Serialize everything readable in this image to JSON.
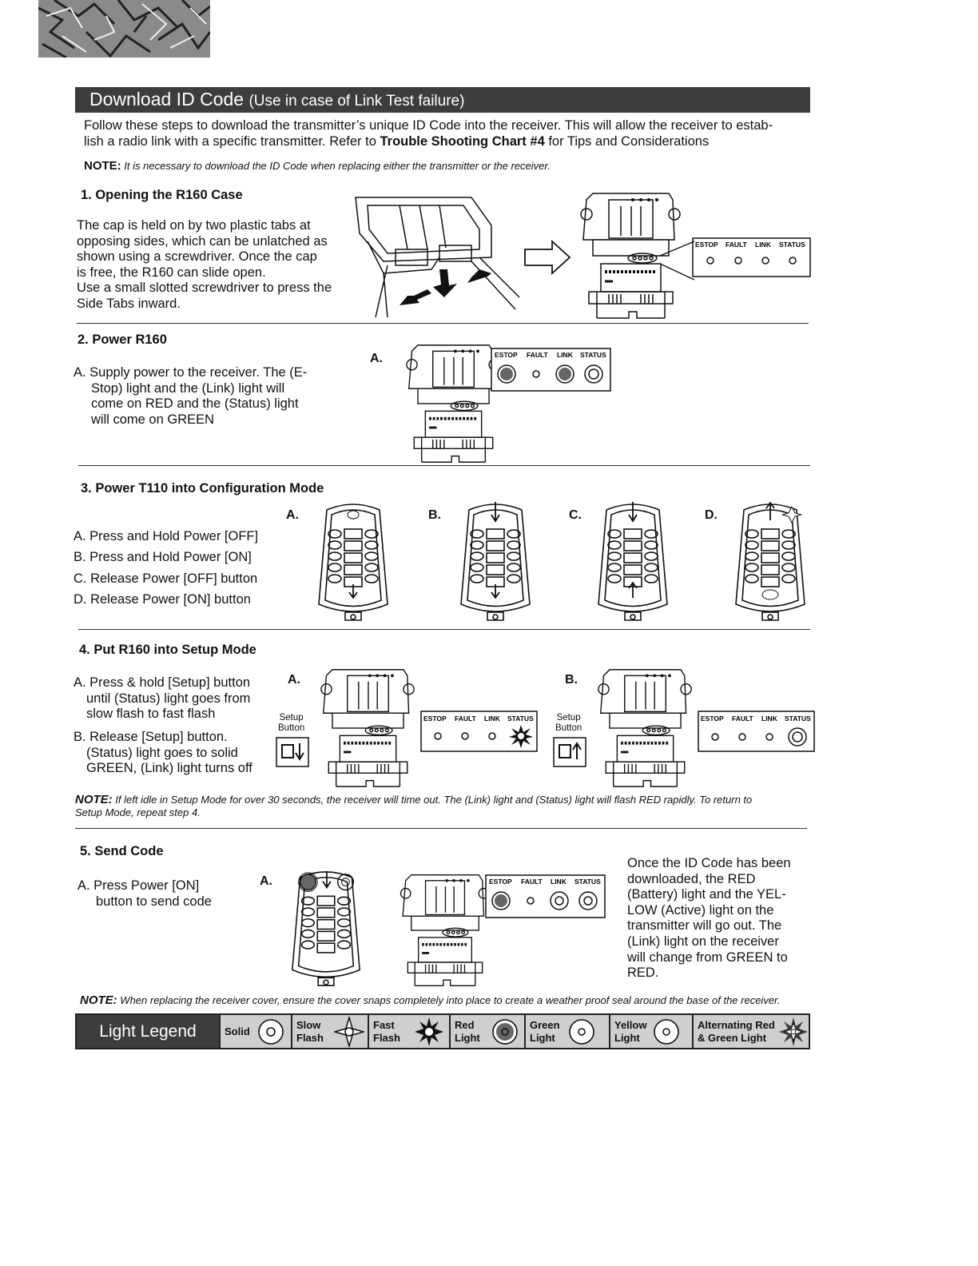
{
  "banner": {
    "title": "Download ID Code",
    "subtitle": "(Use in case of Link Test failure)"
  },
  "intro": {
    "line1": "Follow these steps to download the transmitter’s unique ID Code into the receiver.  This will allow the receiver to estab-",
    "line2_prefix": "lish a radio link with a specific transmitter.  Refer to ",
    "line2_bold": "Trouble Shooting Chart #4",
    "line2_suffix": " for Tips and Considerations",
    "note_label": "NOTE:",
    "note_text": "It is necessary to download the ID Code when replacing either the transmitter or the receiver."
  },
  "panel": {
    "estop": "ESTOP",
    "fault": "FAULT",
    "link": "LINK",
    "status": "STATUS"
  },
  "setup_button": {
    "line1": "Setup",
    "line2": "Button"
  },
  "labels": {
    "a": "A.",
    "b": "B.",
    "c": "C.",
    "d": "D."
  },
  "step1": {
    "heading": "1. Opening the R160 Case",
    "p1": [
      "The cap is held on by two plastic tabs at",
      "opposing sides, which can be unlatched as",
      "shown using a screwdriver.  Once the cap",
      "is free, the R160 can slide open."
    ],
    "p2": [
      "Use a small slotted screwdriver to press the",
      "Side Tabs inward."
    ]
  },
  "step2": {
    "heading": "2. Power R160",
    "text": [
      "A. Supply power to the receiver. The (E-",
      "Stop) light and the (Link) light will",
      "come on RED and the (Status) light",
      "will come on GREEN"
    ]
  },
  "step3": {
    "heading": "3. Power T110 into Configuration Mode",
    "items": [
      "A. Press and Hold Power [OFF]",
      "B. Press and Hold Power [ON]",
      "C. Release Power [OFF] button",
      "D. Release Power [ON] button"
    ]
  },
  "step4": {
    "heading": "4. Put R160 into Setup Mode",
    "a": [
      "A. Press & hold [Setup] button",
      "until (Status) light goes from",
      "slow flash to fast flash"
    ],
    "b": [
      "B. Release [Setup] button.",
      "(Status) light goes to solid",
      "GREEN, (Link) light turns off"
    ],
    "note_label": "NOTE:",
    "note_line1": "If left idle in Setup Mode for over 30 seconds, the receiver will time out.  The (Link) light and (Status) light will flash RED rapidly.  To return to",
    "note_line2": "Setup Mode, repeat step 4."
  },
  "step5": {
    "heading": "5. Send Code",
    "a": [
      "A. Press Power [ON]",
      "button to send code"
    ],
    "right": [
      "Once the ID Code has been",
      "downloaded, the RED",
      "(Battery) light and the YEL-",
      "LOW (Active) light on the",
      "transmitter will go out.  The",
      "(Link) light on the receiver",
      "will change from GREEN to",
      "RED."
    ],
    "note_label": "NOTE:",
    "note_text": "When replacing the receiver cover, ensure the cover snaps completely into place to create a weather proof seal around the base of the receiver."
  },
  "legend": {
    "title": "Light Legend",
    "items": [
      {
        "l1": "Solid",
        "l2": "",
        "icon": "solid-light-icon"
      },
      {
        "l1": "Slow",
        "l2": "Flash",
        "icon": "slow-flash-icon"
      },
      {
        "l1": "Fast",
        "l2": "Flash",
        "icon": "fast-flash-icon"
      },
      {
        "l1": "Red",
        "l2": "Light",
        "icon": "red-light-icon"
      },
      {
        "l1": "Green",
        "l2": "Light",
        "icon": "green-light-icon"
      },
      {
        "l1": "Yellow",
        "l2": "Light",
        "icon": "yellow-light-icon"
      },
      {
        "l1": "Alternating Red",
        "l2": "& Green Light",
        "icon": "alternating-light-icon"
      }
    ],
    "colors": {
      "red": "#666666",
      "dark": "#3d3d3d"
    }
  }
}
